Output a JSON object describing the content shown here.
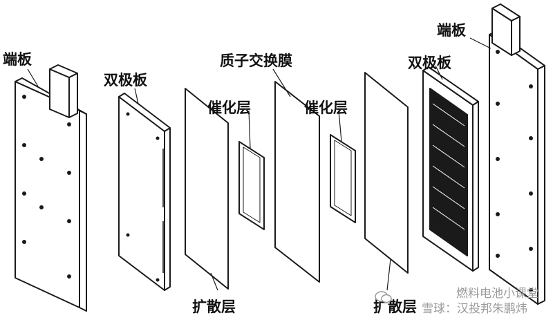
{
  "labels": {
    "end_plate_left": "端板",
    "bipolar_plate_left": "双极板",
    "membrane": "质子交换膜",
    "catalyst_left": "催化层",
    "catalyst_right": "催化层",
    "diffusion_left": "扩散层",
    "diffusion_right": "扩散层",
    "bipolar_plate_right": "双极板",
    "end_plate_right": "端板"
  },
  "watermark": {
    "line1": "燃料电池小课堂",
    "line2": "雪球：汉投邦朱鹏炜"
  },
  "colors": {
    "stroke": "#1a1a1a",
    "fill": "#ffffff",
    "field": "#1a1a1a"
  }
}
